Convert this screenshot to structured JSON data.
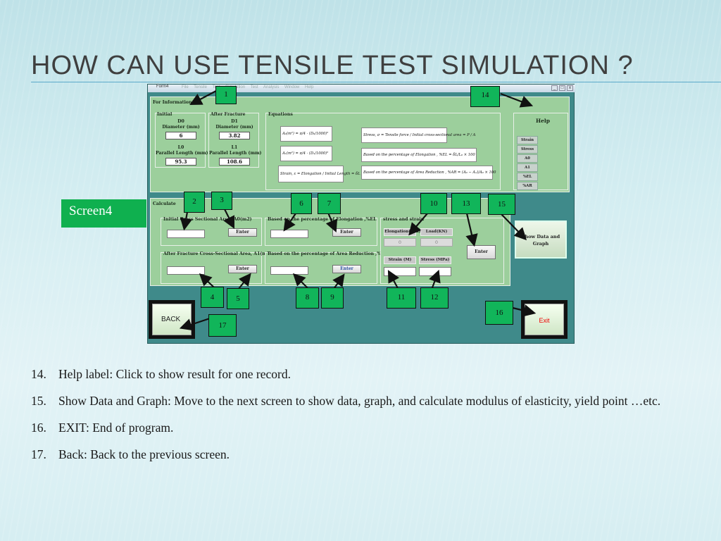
{
  "slide": {
    "title": "How can use tensile test simulation ?",
    "screen_label": "Screen4"
  },
  "app": {
    "window_title": "Form4",
    "menu_text": "File Tensile Test Simulation Test Analysis Window Help",
    "window_buttons": [
      "_",
      "□",
      "x"
    ],
    "for_information": {
      "label": "For Information",
      "initial": {
        "label": "Initial",
        "d0_label": "D0",
        "d0_sub": "Diameter (mm)",
        "d0_value": "6",
        "l0_label": "L0",
        "l0_sub": "Parallel Length (mm)",
        "l0_value": "95.3"
      },
      "after_fracture": {
        "label": "After Fracture",
        "d1_label": "D1",
        "d1_sub": "Diameter (mm)",
        "d1_value": "3.82",
        "l1_label": "L1",
        "l1_sub": "Parallel Length (mm)",
        "l1_value": "108.6"
      },
      "equations": {
        "label": "Equations",
        "a0": "A₀(m²) = π/4 · (D₀/1000)²",
        "a1": "A₁(m²) = π/4 · (D₁/1000)²",
        "strain": "Strain, ε = Elongation / Initial Length = δL / L",
        "stress": "Stress, σ = Tensile force / Initial cross-sectional area = P / A",
        "elongation": "Based on the percentage of Elongation , %EL = δL/L₀ × 100",
        "area_reduction": "Based on the percentage of Area Reduction , %AR = (A₀ − A₁)/A₀ × 100"
      },
      "help": {
        "label": "Help",
        "buttons": [
          "Strain (M)",
          "Stress",
          "A0",
          "A1",
          "%EL",
          "%AR"
        ]
      }
    },
    "calculate": {
      "label": "Calculate",
      "initial_area_label": "Initial Cross Sectional Area, A0(m2)",
      "after_area_label": "After Fracture Cross-Sectional Area, A1(m2)",
      "elongation_label": "Based on the percentage of Elongation ,%EL",
      "area_reduction_label": "Based on the percentage of Area Reduction ,%AR",
      "enter_label": "Enter",
      "stress_strain": {
        "label": "stress and strain",
        "elongation_mm_label": "Elongation(mm)",
        "load_label": "Load(KN)",
        "elongation_value": "0",
        "load_value": "0",
        "strain_label": "Strain (M)",
        "stress_label": "Stress (MPa)"
      },
      "show_data_graph": "Show Data and Graph"
    },
    "back_label": "BACK",
    "exit_label": "Exit"
  },
  "callouts": [
    "1",
    "2",
    "3",
    "4",
    "5",
    "6",
    "7",
    "8",
    "9",
    "10",
    "11",
    "12",
    "13",
    "14",
    "15",
    "16",
    "17"
  ],
  "bullets": [
    {
      "num": "14.",
      "text": "Help label: Click to show result for one record."
    },
    {
      "num": "15.",
      "text": "Show Data and Graph: Move to the next screen to show data, graph, and calculate modulus of elasticity, yield point …etc."
    },
    {
      "num": "16.",
      "text": "EXIT: End of program."
    },
    {
      "num": "17.",
      "text": "Back: Back to the previous screen."
    }
  ]
}
